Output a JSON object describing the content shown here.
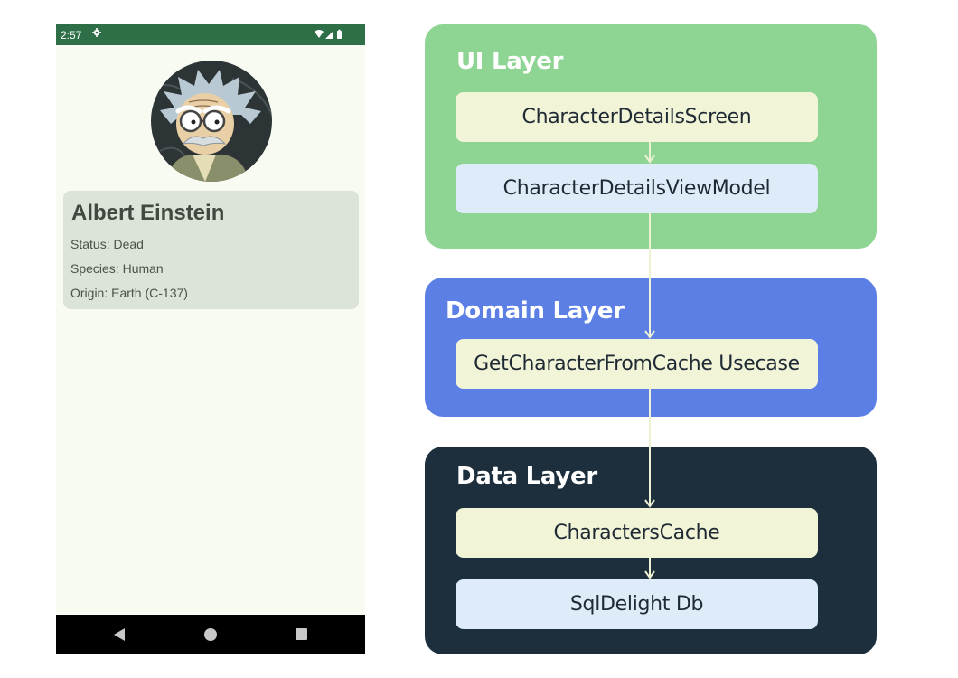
{
  "phone": {
    "status_bar": {
      "time": "2:57",
      "background": "#2e6f48"
    },
    "character": {
      "name": "Albert Einstein",
      "status": "Status: Dead",
      "species": "Species: Human",
      "origin": "Origin: Earth (C-137)"
    },
    "nav_bar": {
      "icons": [
        "back-icon",
        "home-icon",
        "recents-icon"
      ]
    }
  },
  "diagram": {
    "layers": [
      {
        "title": "UI Layer",
        "color": "#8ed493",
        "components": [
          "CharacterDetailsScreen",
          "CharacterDetailsViewModel"
        ]
      },
      {
        "title": "Domain Layer",
        "color": "#5b7fe4",
        "components": [
          "GetCharacterFromCache Usecase"
        ]
      },
      {
        "title": "Data Layer",
        "color": "#1d2e3c",
        "components": [
          "CharactersCache",
          "SqlDelight Db"
        ]
      }
    ],
    "component_colors": {
      "cream": "#f1f4d6",
      "blue": "#ddecf8"
    }
  }
}
